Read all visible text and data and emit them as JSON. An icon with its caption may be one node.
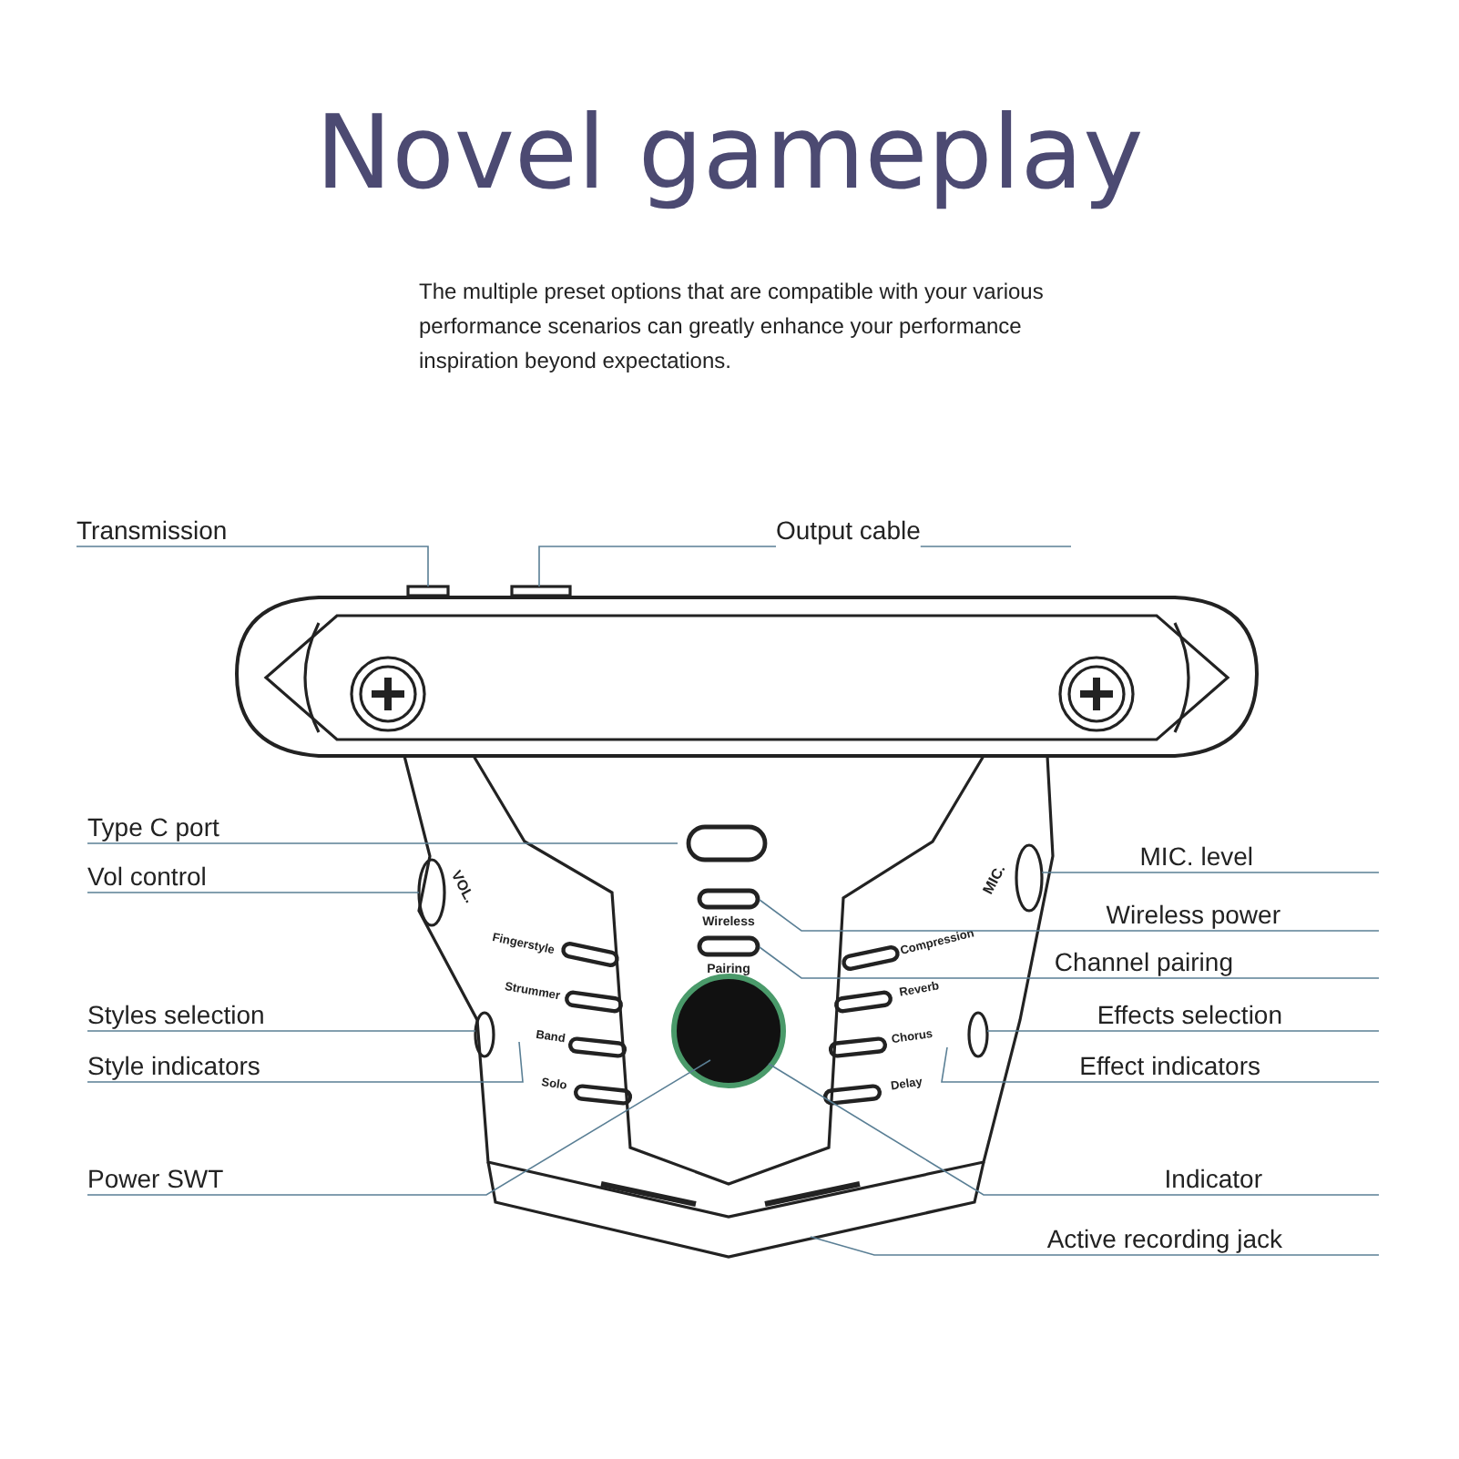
{
  "diagram": {
    "title": "Novel gameplay",
    "nodes": [
      {
        "text": [
          "Transmission"
        ]
      },
      {
        "text": [
          "Output cable"
        ]
      },
      {
        "text": [
          "Type C port"
        ]
      },
      {
        "text": [
          "MIC. level"
        ]
      },
      {
        "text": [
          "Vol control"
        ]
      },
      {
        "text": [
          "Wireless power"
        ]
      },
      {
        "text": [
          "Channel pairing"
        ]
      },
      {
        "text": [
          "Styles selection"
        ]
      },
      {
        "text": [
          "Effects selection"
        ]
      },
      {
        "text": [
          "Style indicators"
        ]
      },
      {
        "text": [
          "Effect indicators"
        ]
      },
      {
        "text": [
          "Power SWT"
        ]
      },
      {
        "text": [
          "Indicator"
        ]
      },
      {
        "text": [
          "Active recording jack"
        ]
      }
    ],
    "edges": [
      {
        "from": 0,
        "to": null,
        "arrow": "none"
      },
      {
        "from": 1,
        "to": null,
        "arrow": "none"
      },
      {
        "from": 2,
        "to": null,
        "arrow": "none"
      },
      {
        "from": 3,
        "to": null,
        "arrow": "none"
      },
      {
        "from": 4,
        "to": null,
        "arrow": "none"
      },
      {
        "from": 5,
        "to": null,
        "arrow": "none"
      },
      {
        "from": 6,
        "to": null,
        "arrow": "none"
      },
      {
        "from": 7,
        "to": null,
        "arrow": "none"
      },
      {
        "from": 8,
        "to": null,
        "arrow": "none"
      },
      {
        "from": 9,
        "to": null,
        "arrow": "none"
      },
      {
        "from": 10,
        "to": null,
        "arrow": "none"
      },
      {
        "from": 11,
        "to": null,
        "arrow": "none"
      },
      {
        "from": 12,
        "to": null,
        "arrow": "none"
      },
      {
        "from": 13,
        "to": null,
        "arrow": "none"
      }
    ],
    "labels": [
      "The multiple preset options that are compatible with your various performance scenarios can greatly enhance your performance inspiration beyond expectations.",
      "VOL.",
      "MIC.",
      "Wireless",
      "Fingerstyle",
      "Compression",
      "Pairing",
      "Strummer",
      "Reverb",
      "Band",
      "Chorus",
      "Solo",
      "Delay"
    ]
  }
}
